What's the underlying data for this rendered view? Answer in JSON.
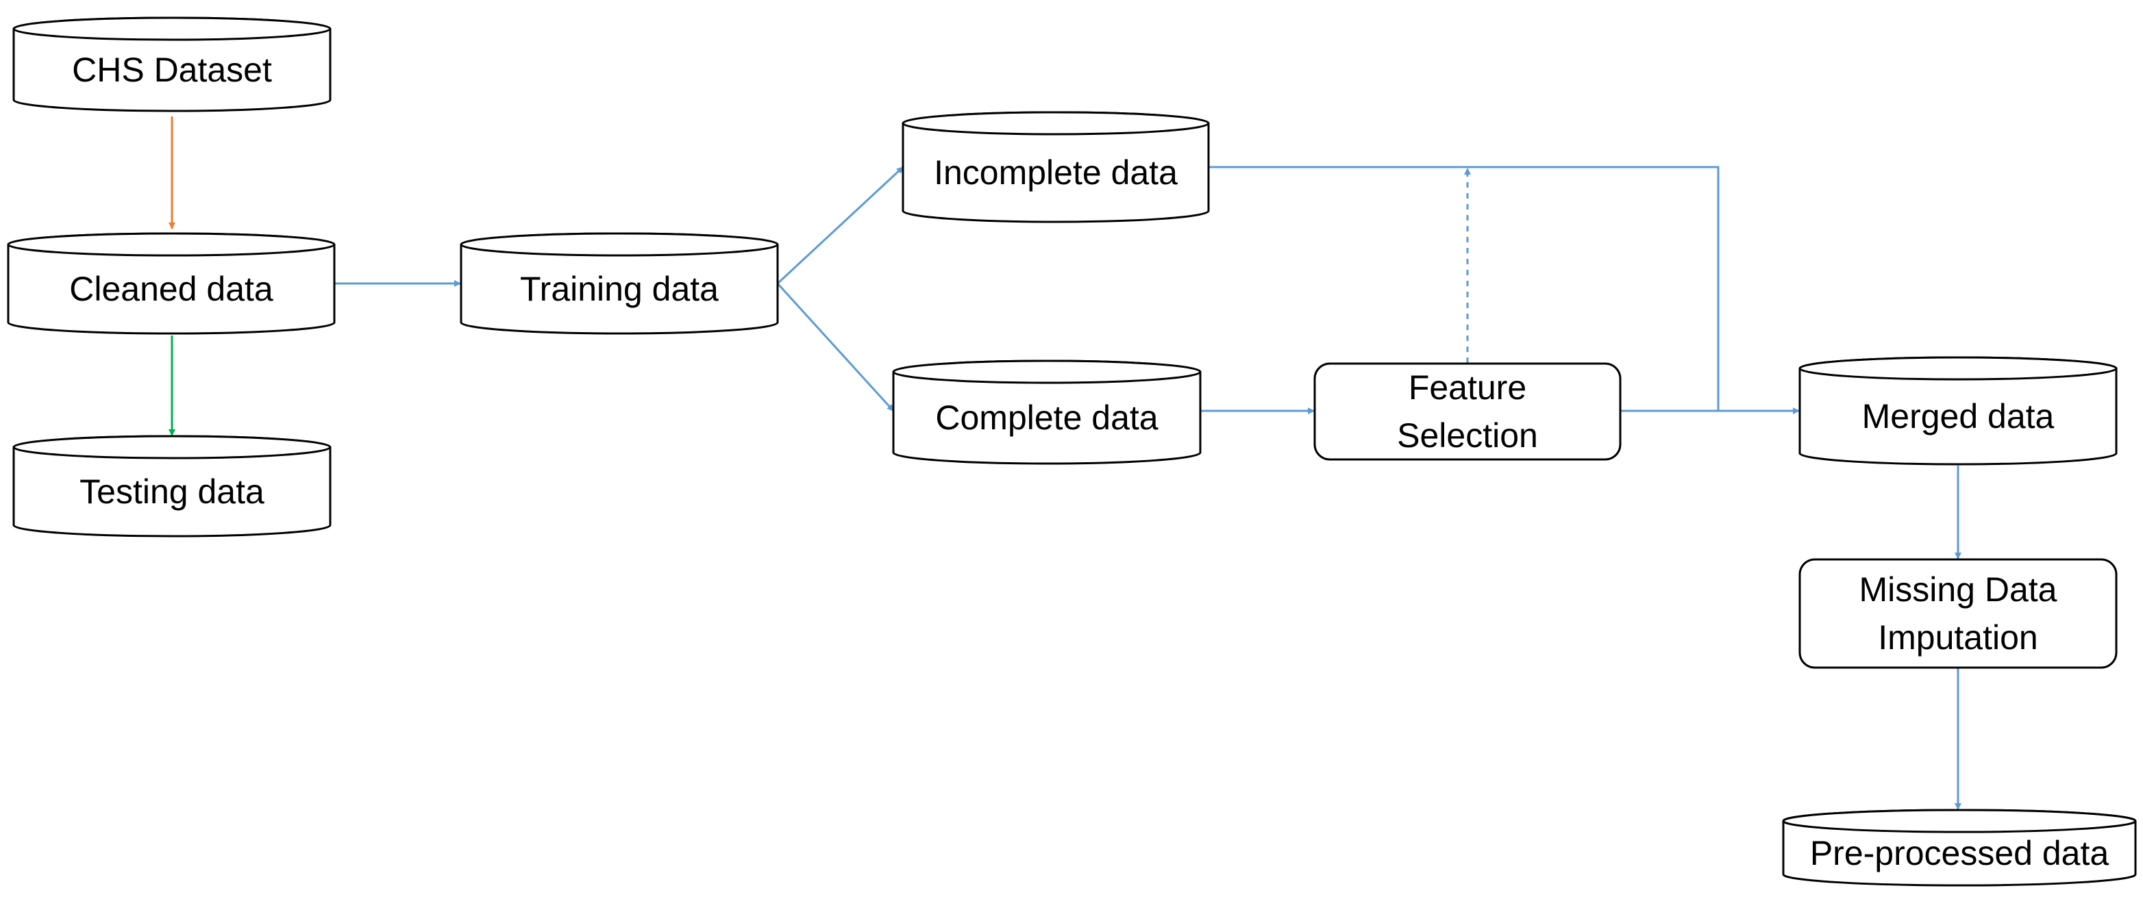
{
  "diagram": {
    "nodes": [
      {
        "id": "chs",
        "label": "CHS Dataset"
      },
      {
        "id": "cleaned",
        "label": "Cleaned data"
      },
      {
        "id": "testing",
        "label": "Testing data"
      },
      {
        "id": "training",
        "label": "Training data"
      },
      {
        "id": "incomplete",
        "label": "Incomplete data"
      },
      {
        "id": "complete",
        "label": "Complete data"
      },
      {
        "id": "feature",
        "label": [
          "Feature",
          "Selection"
        ]
      },
      {
        "id": "merged",
        "label": "Merged data"
      },
      {
        "id": "imputation",
        "label": [
          "Missing Data",
          "Imputation"
        ]
      },
      {
        "id": "preprocessed",
        "label": "Pre-processed data"
      }
    ],
    "edges": [
      {
        "from": "chs",
        "to": "cleaned"
      },
      {
        "from": "cleaned",
        "to": "testing"
      },
      {
        "from": "cleaned",
        "to": "training"
      },
      {
        "from": "training",
        "to": "incomplete"
      },
      {
        "from": "training",
        "to": "complete"
      },
      {
        "from": "complete",
        "to": "feature"
      },
      {
        "from": "feature",
        "to": "incomplete",
        "style": "dashed"
      },
      {
        "from": "incomplete",
        "to": "merged"
      },
      {
        "from": "feature",
        "to": "merged"
      },
      {
        "from": "merged",
        "to": "imputation"
      },
      {
        "from": "imputation",
        "to": "preprocessed"
      }
    ],
    "colors": {
      "flow": "#5b9bd5",
      "clean_edge": "#ed7d31",
      "test_edge": "#00b050"
    }
  }
}
